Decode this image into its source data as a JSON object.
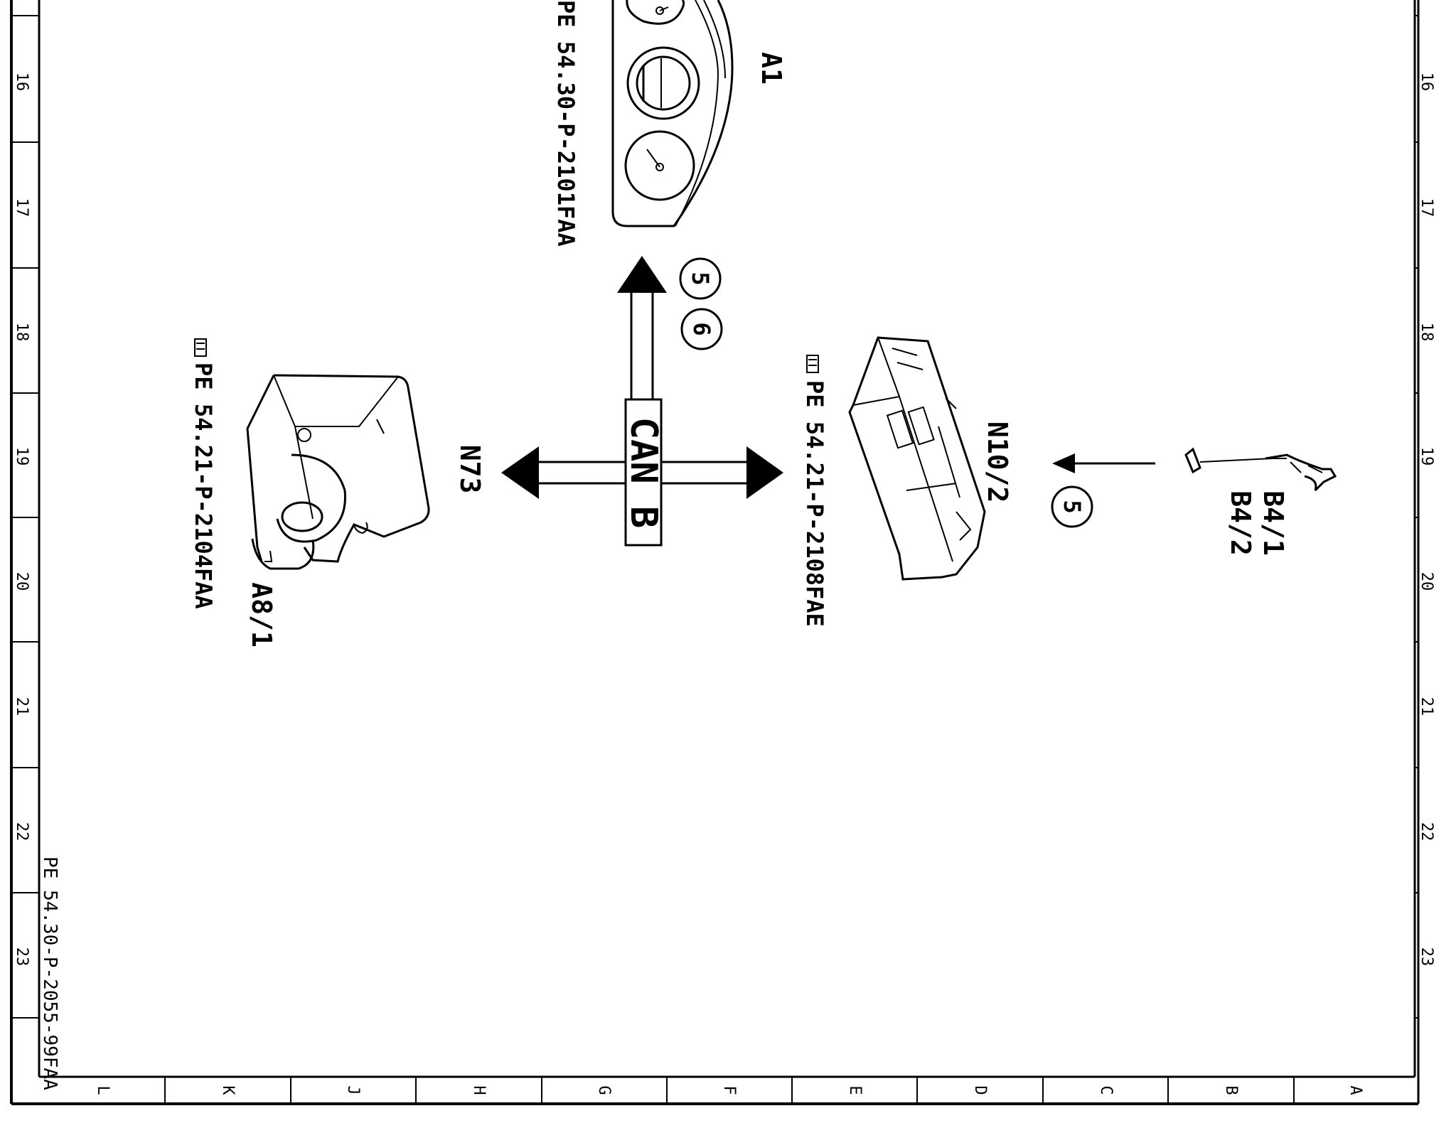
{
  "frame": {
    "row_numbers": [
      "16",
      "17",
      "18",
      "19",
      "20",
      "21",
      "22",
      "23"
    ],
    "col_letters": [
      "L",
      "K",
      "J",
      "H",
      "G",
      "F",
      "E",
      "D",
      "C",
      "B",
      "A"
    ],
    "doc_id": "PE 54.30-P-2055-99FAA"
  },
  "components": {
    "a1": {
      "label": "A1",
      "ref": "PE 54.30-P-2101FAA"
    },
    "a8_1": {
      "label": "A8/1",
      "ref": "PE 54.21-P-2104FAA"
    },
    "n73": {
      "label": "N73"
    },
    "n10_2": {
      "label": "N10/2",
      "ref": "PE 54.21-P-2108FAE"
    },
    "b4": {
      "label_1": "B4/1",
      "label_2": "B4/2"
    }
  },
  "bus": {
    "label": "CAN B"
  },
  "callouts": {
    "c5_top": "5",
    "c6_top": "6",
    "c5_sensor": "5"
  }
}
